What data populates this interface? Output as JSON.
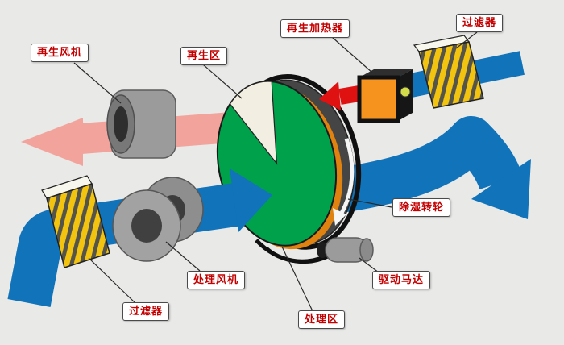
{
  "figure": {
    "background": "#e9e9e8",
    "labels": {
      "regen_fan": "再生风机",
      "regen_zone": "再生区",
      "regen_heater": "再生加热器",
      "filter_top_right": "过滤器",
      "desiccant_wheel": "除湿转轮",
      "drive_motor": "驱动马达",
      "process_fan": "处理风机",
      "filter_bottom_left": "过滤器",
      "process_zone": "处理区"
    },
    "colors": {
      "process_air_blue": "#1173ba",
      "regen_exhaust_pink": "#f2a39c",
      "hot_air_red": "#e01111",
      "wheel_green": "#00a14b",
      "wheel_sector_white": "#f2efe2",
      "wheel_rim_gray": "#454545",
      "wheel_orange": "#e0820f",
      "heater_orange": "#f6921e",
      "filter_yellow": "#f2c40f",
      "filter_stripe_dark": "#55544a",
      "fan_gray": "#9b9b9b",
      "belt_black": "#101010",
      "label_text_red": "#c40000",
      "bg": "#e9e9e8"
    }
  }
}
